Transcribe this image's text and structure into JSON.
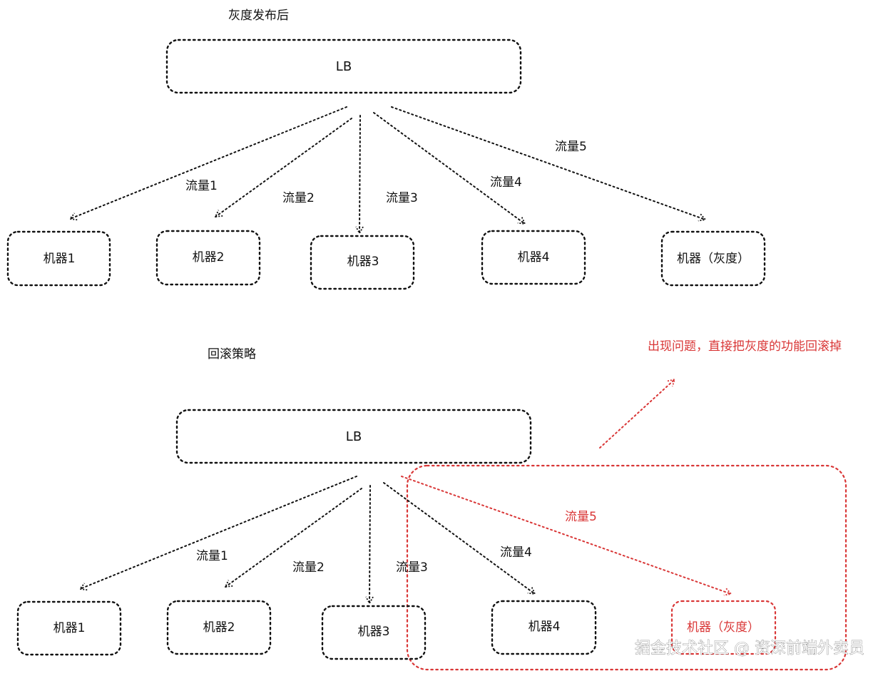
{
  "top": {
    "title": "灰度发布后",
    "lb": "LB",
    "flows": [
      "流量1",
      "流量2",
      "流量3",
      "流量4",
      "流量5"
    ],
    "machines": [
      "机器1",
      "机器2",
      "机器3",
      "机器4",
      "机器（灰度）"
    ]
  },
  "bottom": {
    "title": "回滚策略",
    "lb": "LB",
    "flows": [
      "流量1",
      "流量2",
      "流量3",
      "流量4",
      "流量5"
    ],
    "machines": [
      "机器1",
      "机器2",
      "机器3",
      "机器4",
      "机器（灰度）"
    ],
    "annotation": "出现问题，直接把灰度的功能回滚掉"
  },
  "watermark": "掘金技术社区 @ 资深前端外卖员",
  "colors": {
    "ink": "#111111",
    "highlight": "#d93636"
  }
}
